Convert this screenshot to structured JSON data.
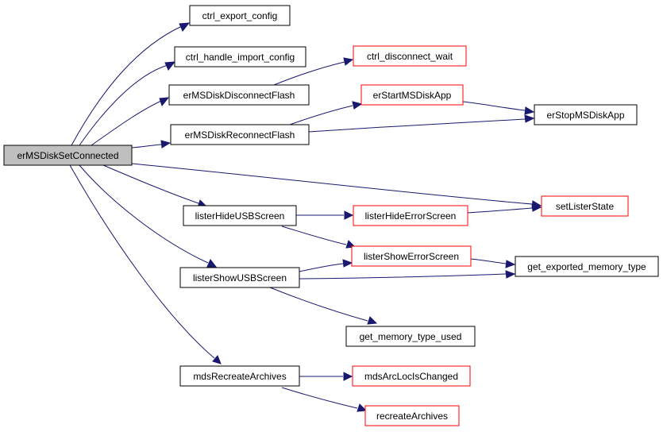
{
  "colors": {
    "node_fill": "#ffffff",
    "focus_fill": "#bfbfbf",
    "border_black": "#000000",
    "border_red": "#ff0000",
    "edge": "#191970"
  },
  "nodes": {
    "root": {
      "label": "erMSDiskSetConnected",
      "style": "focus"
    },
    "export_cfg": {
      "label": "ctrl_export_config",
      "style": "black"
    },
    "import_cfg": {
      "label": "ctrl_handle_import_config",
      "style": "black"
    },
    "disc_flash": {
      "label": "erMSDiskDisconnectFlash",
      "style": "black"
    },
    "reconn_flash": {
      "label": "erMSDiskReconnectFlash",
      "style": "black"
    },
    "disc_wait": {
      "label": "ctrl_disconnect_wait",
      "style": "red"
    },
    "start_app": {
      "label": "erStartMSDiskApp",
      "style": "red"
    },
    "stop_app": {
      "label": "erStopMSDiskApp",
      "style": "black"
    },
    "set_lister": {
      "label": "setListerState",
      "style": "red"
    },
    "hide_usb": {
      "label": "listerHideUSBScreen",
      "style": "black"
    },
    "hide_err": {
      "label": "listerHideErrorScreen",
      "style": "red"
    },
    "show_err": {
      "label": "listerShowErrorScreen",
      "style": "red"
    },
    "show_usb": {
      "label": "listerShowUSBScreen",
      "style": "black"
    },
    "exported_mem": {
      "label": "get_exported_memory_type",
      "style": "black"
    },
    "mem_used": {
      "label": "get_memory_type_used",
      "style": "black"
    },
    "recreate_arch": {
      "label": "mdsRecreateArchives",
      "style": "black"
    },
    "arc_changed": {
      "label": "mdsArcLocIsChanged",
      "style": "red"
    },
    "recreate_archives": {
      "label": "recreateArchives",
      "style": "red"
    }
  }
}
